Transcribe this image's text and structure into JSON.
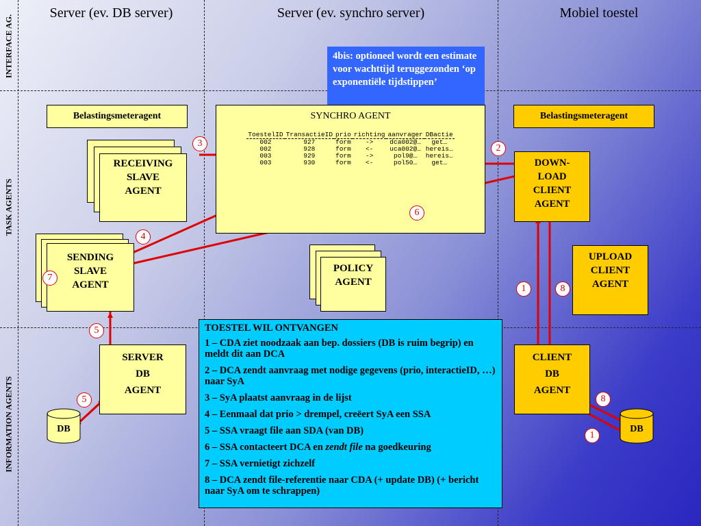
{
  "columns": {
    "db_server": "Server (ev. DB server)",
    "synchro_server": "Server (ev. synchro server)",
    "mobile": "Mobiel toestel"
  },
  "rows": {
    "interface": "INTERFACE AG.",
    "task": "TASK AGENTS",
    "information": "INFORMATION AGENTS"
  },
  "note_4bis": "4bis: optioneel wordt een estimate voor wachttijd teruggezonden ‘op exponentiële tijdstippen’",
  "load_agent_left": "Belastingsmeteragent",
  "load_agent_right": "Belastingsmeteragent",
  "synchro_agent": {
    "title": "SYNCHRO AGENT",
    "columns": [
      "ToestelID",
      "TransactieID",
      "prio",
      "richting",
      "aanvrager",
      "DBactie"
    ],
    "rows": [
      [
        "002",
        "927",
        "form",
        "->",
        "dca002@…",
        "get…"
      ],
      [
        "002",
        "928",
        "form",
        "<-",
        "uca002@…",
        "hereis…"
      ],
      [
        "003",
        "929",
        "form",
        "->",
        "pol9@…",
        "hereis…"
      ],
      [
        "003",
        "930",
        "form",
        "<-",
        "pol50…",
        "get…"
      ]
    ]
  },
  "receiving_slave": [
    "RECEIVING",
    "SLAVE",
    "AGENT"
  ],
  "sending_slave": [
    "SENDING",
    "SLAVE",
    "AGENT"
  ],
  "policy_agent": [
    "POLICY",
    "AGENT"
  ],
  "download_client": [
    "DOWN-",
    "LOAD",
    "CLIENT",
    "AGENT"
  ],
  "upload_client": [
    "UPLOAD",
    "CLIENT",
    "AGENT"
  ],
  "server_db_agent": [
    "SERVER",
    "DB",
    "AGENT"
  ],
  "client_db_agent": [
    "CLIENT",
    "DB",
    "AGENT"
  ],
  "db_left": "DB",
  "db_right": "DB",
  "markers": {
    "m1a": "1",
    "m1b": "1",
    "m2": "2",
    "m3": "3",
    "m4": "4",
    "m5a": "5",
    "m5b": "5",
    "m6": "6",
    "m7": "7",
    "m8a": "8",
    "m8b": "8"
  },
  "steps": {
    "title": "TOESTEL WIL ONTVANGEN",
    "s1": "1 – CDA ziet noodzaak aan bep. dossiers (DB is ruim begrip) en meldt dit aan DCA",
    "s2": "2 – DCA zendt aanvraag met nodige gegevens (prio, interactieID, …) naar SyA",
    "s3": "3 – SyA plaatst aanvraag in de lijst",
    "s4": "4 – Eenmaal dat prio > drempel, creëert SyA een SSA",
    "s5": "5 – SSA vraagt file aan SDA (van DB)",
    "s6_pre": "6 – SSA contacteert DCA en ",
    "s6_em": "zendt file",
    "s6_post": " na goedkeuring",
    "s7": "7 – SSA vernietigt zichzelf",
    "s8": "8 – DCA zendt file-referentie  naar CDA (+ update  DB) (+ bericht naar SyA om te schrappen)"
  },
  "colors": {
    "agent_fill": "#ffffa0",
    "mobile_agent_fill": "#ffcc00",
    "note_blue": "#3366ff",
    "steps_cyan": "#00ccff",
    "arrow_red": "#e00000"
  }
}
